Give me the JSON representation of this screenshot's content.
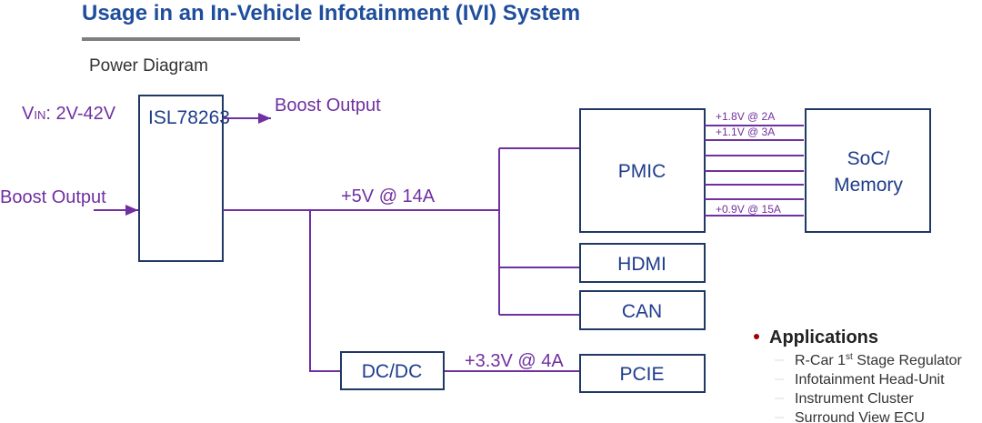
{
  "title": "Usage in an In-Vehicle Infotainment (IVI) System",
  "subtitle": "Power Diagram",
  "colors": {
    "title": "#1f4e9c",
    "wire": "#7030a0",
    "box": "#1f3864",
    "bullet": "#a00000"
  },
  "input": {
    "vin_prefix": "V",
    "vin_sub": "IN",
    "vin_range": ": 2V-42V",
    "boost_in": "Boost Output"
  },
  "blocks": {
    "regulator": "ISL78263",
    "pmic": "PMIC",
    "soc_line1": "SoC/",
    "soc_line2": "Memory",
    "hdmi": "HDMI",
    "can": "CAN",
    "dcdc": "DC/DC",
    "pcie": "PCIE"
  },
  "labels": {
    "boost_out": "Boost Output",
    "main_rail": "+5V @ 14A",
    "pcie_rail": "+3.3V @ 4A",
    "rails": [
      "+1.8V @ 2A",
      "+1.1V @ 3A",
      "+0.9V @ 15A"
    ]
  },
  "applications": {
    "heading": "Applications",
    "items": [
      {
        "pre": "R-Car 1",
        "sup": "st",
        "post": " Stage Regulator"
      },
      {
        "pre": "Infotainment Head-Unit"
      },
      {
        "pre": "Instrument Cluster"
      },
      {
        "pre": "Surround View ECU"
      }
    ]
  }
}
